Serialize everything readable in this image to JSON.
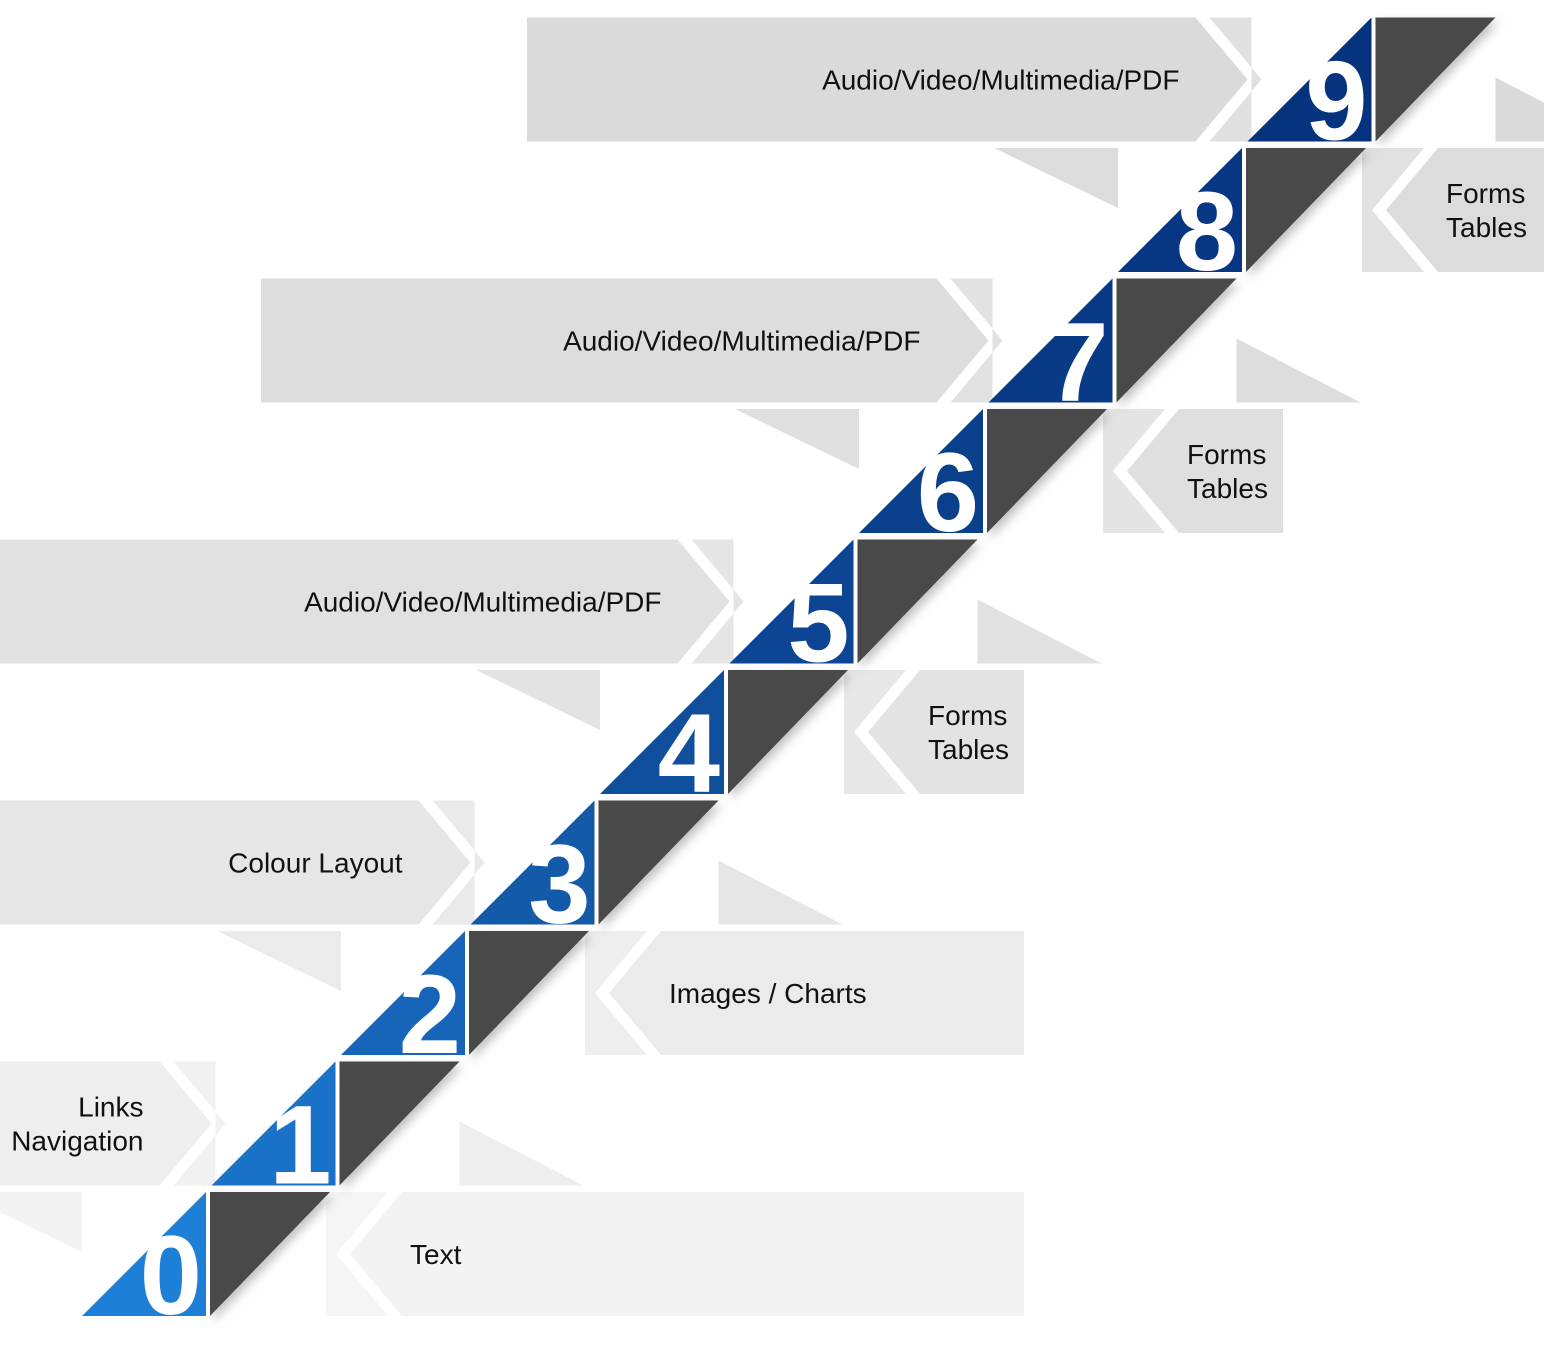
{
  "diagram": {
    "colors": {
      "dark_triangle": "#4a4a4a",
      "divider": "#ffffff",
      "number_text": "#ffffff",
      "label_text": "#111111"
    },
    "steps": [
      {
        "number": "0",
        "lines": [
          "Text"
        ],
        "side": "right",
        "blue": "#1e7fd6",
        "band": "#f3f3f3"
      },
      {
        "number": "1",
        "lines": [
          "Links",
          "Navigation"
        ],
        "side": "left",
        "blue": "#1a71c8",
        "band": "#eeeeee"
      },
      {
        "number": "2",
        "lines": [
          "Images / Charts"
        ],
        "side": "right",
        "blue": "#1765b8",
        "band": "#ebebeb"
      },
      {
        "number": "3",
        "lines": [
          "Colour Layout"
        ],
        "side": "left",
        "blue": "#135aa8",
        "band": "#e6e6e6"
      },
      {
        "number": "4",
        "lines": [
          "Forms",
          "Tables"
        ],
        "side": "right",
        "blue": "#0f4f9c",
        "band": "#e3e3e3"
      },
      {
        "number": "5",
        "lines": [
          "Audio/Video/Multimedia/PDF"
        ],
        "side": "left",
        "blue": "#0c4593",
        "band": "#e1e1e1"
      },
      {
        "number": "6",
        "lines": [
          "Forms",
          "Tables"
        ],
        "side": "right",
        "blue": "#0a3f8c",
        "band": "#dfdfdf"
      },
      {
        "number": "7",
        "lines": [
          "Audio/Video/Multimedia/PDF"
        ],
        "side": "left",
        "blue": "#083a86",
        "band": "#dddddd"
      },
      {
        "number": "8",
        "lines": [
          "Forms",
          "Tables"
        ],
        "side": "right",
        "blue": "#073682",
        "band": "#dcdcdc"
      },
      {
        "number": "9",
        "lines": [
          "Audio/Video/Multimedia/PDF"
        ],
        "side": "left",
        "blue": "#06337e",
        "band": "#dadada"
      }
    ]
  }
}
